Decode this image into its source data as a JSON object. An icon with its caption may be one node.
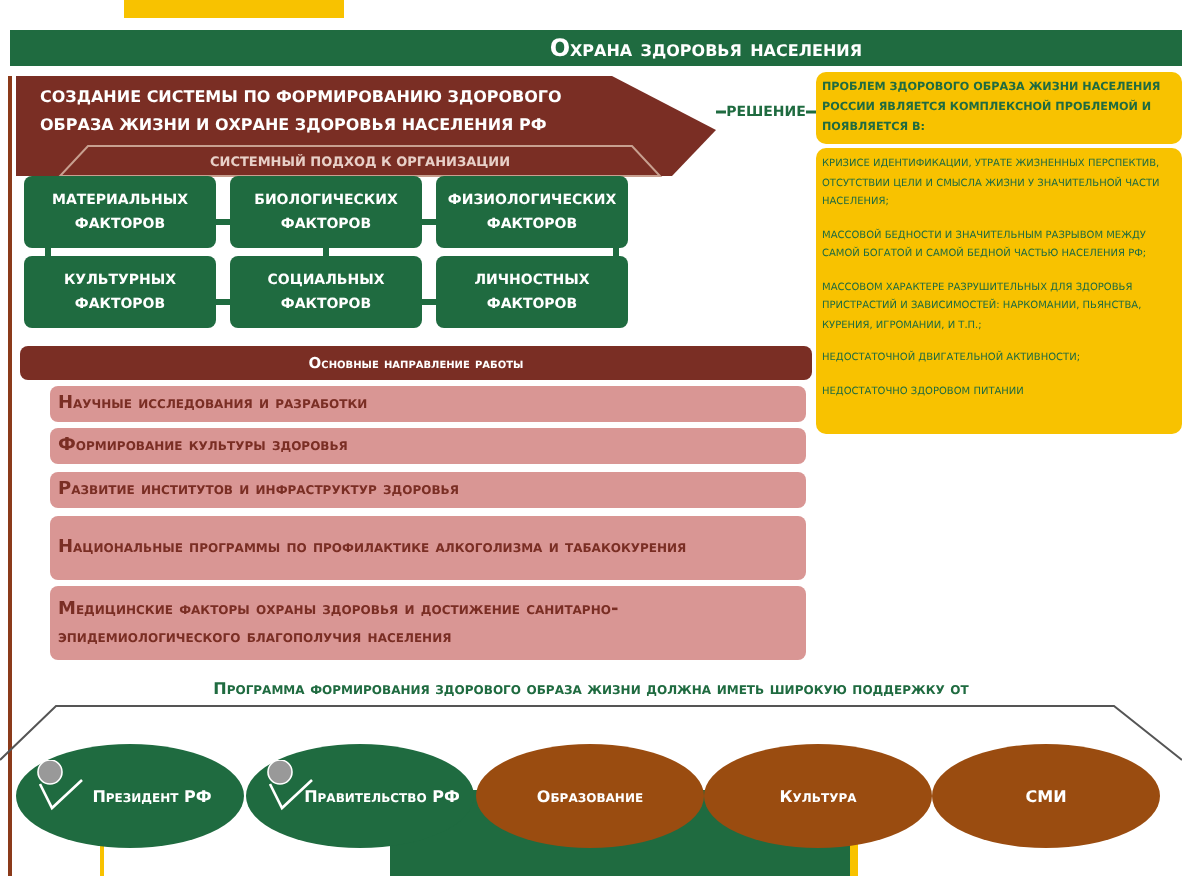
{
  "diagram": {
    "title": "Охрана здоровья населения",
    "nodes": [
      {
        "text": [
          "СОЗДАНИЕ СИСТЕМЫ ПО ФОРМИРОВАНИЮ ЗДОРОВОГО ОБРАЗА ЖИЗНИ И ОХРАНЕ ЗДОРОВЬЯ НАСЕЛЕНИЯ РФ"
        ]
      },
      {
        "text": [
          "СИСТЕМНЫЙ ПОДХОД К ОРГАНИЗАЦИИ"
        ],
        "in": 0
      },
      {
        "text": [
          "МАТЕРИАЛЬНЫХ ФАКТОРОВ"
        ]
      },
      {
        "text": [
          "БИОЛОГИЧЕСКИХ ФАКТОРОВ"
        ]
      },
      {
        "text": [
          "ФИЗИОЛОГИЧЕСКИХ ФАКТОРОВ"
        ]
      },
      {
        "text": [
          "КУЛЬТУРНЫХ ФАКТОРОВ"
        ]
      },
      {
        "text": [
          "СОЦИАЛЬНЫХ ФАКТОРОВ"
        ]
      },
      {
        "text": [
          "ЛИЧНОСТНЫХ ФАКТОРОВ"
        ]
      },
      {
        "text": [
          "ПРОБЛЕМ ЗДОРОВОГО ОБРАЗА ЖИЗНИ НАСЕЛЕНИЯ РОССИИ ЯВЛЯЕТСЯ КОМПЛЕКСНОЙ ПРОБЛЕМОЙ И ПОЯВЛЯЕТСЯ В:"
        ]
      },
      {
        "text": [
          "КРИЗИСЕ ИДЕНТИФИКАЦИИ, УТРАТЕ ЖИЗНЕННЫХ ПЕРСПЕКТИВ, ОТСУТСТВИИ ЦЕЛИ И СМЫСЛА ЖИЗНИ У ЗНАЧИТЕЛЬНОЙ ЧАСТИ НАСЕЛЕНИЯ;",
          "МАССОВОЙ БЕДНОСТИ И ЗНАЧИТЕЛЬНЫМ РАЗРЫВОМ МЕЖДУ САМОЙ БОГАТОЙ И САМОЙ БЕДНОЙ ЧАСТЬЮ НАСЕЛЕНИЯ РФ;",
          "МАССОВОМ ХАРАКТЕРЕ РАЗРУШИТЕЛЬНЫХ ДЛЯ ЗДОРОВЬЯ ПРИСТРАСТИЙ И ЗАВИСИМОСТЕЙ: НАРКОМАНИИ, ПЬЯНСТВА, КУРЕНИЯ, ИГРОМАНИИ, И Т.П.;",
          "НЕДОСТАТОЧНОЙ ДВИГАТЕЛЬНОЙ АКТИВНОСТИ;",
          "НЕДОСТАТОЧНО ЗДОРОВОМ ПИТАНИИ"
        ]
      },
      {
        "text": [
          "Основные направление работы"
        ]
      },
      {
        "text": [
          "Научные исследования и разработки"
        ]
      },
      {
        "text": [
          "Формирование культуры здоровья"
        ]
      },
      {
        "text": [
          "Развитие институтов и инфраструктур здоровья"
        ]
      },
      {
        "text": [
          "Национальные программы по профилактике алкоголизма и табакокурения"
        ]
      },
      {
        "text": [
          "Медицинские факторы охраны здоровья и достижение санитарно-эпидемиологического благополучия населения"
        ]
      },
      {
        "text": [
          "Президент РФ"
        ]
      },
      {
        "text": [
          "Правительство РФ"
        ]
      },
      {
        "text": [
          "Образование"
        ]
      },
      {
        "text": [
          "Культура"
        ]
      },
      {
        "text": [
          "СМИ"
        ]
      }
    ],
    "edges": [
      {
        "from": 0,
        "to": 8,
        "label": "РЕШЕНИЕ",
        "arrow": "none"
      },
      {
        "from": 2,
        "to": 3,
        "arrow": "none"
      },
      {
        "from": 3,
        "to": 4,
        "arrow": "none"
      },
      {
        "from": 5,
        "to": 6,
        "arrow": "none"
      },
      {
        "from": 6,
        "to": 7,
        "arrow": "none"
      },
      {
        "from": 2,
        "to": 5,
        "arrow": "none"
      },
      {
        "from": 3,
        "to": 6,
        "arrow": "none"
      },
      {
        "from": 4,
        "to": 7,
        "arrow": "none"
      }
    ],
    "labels": [
      "Программа формирования здорового образа жизни должна иметь широкую поддержку от"
    ]
  }
}
